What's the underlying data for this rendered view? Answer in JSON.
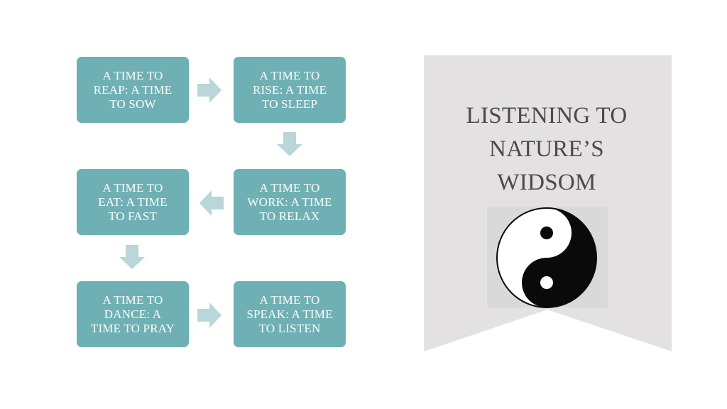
{
  "flow": {
    "boxes": [
      {
        "lines": [
          "A TIME TO",
          "REAP: A TIME",
          "TO SOW"
        ]
      },
      {
        "lines": [
          "A TIME TO",
          "RISE: A TIME",
          "TO SLEEP"
        ]
      },
      {
        "lines": [
          "A TIME TO",
          "WORK: A TIME",
          "TO RELAX"
        ]
      },
      {
        "lines": [
          "A TIME TO",
          "EAT: A TIME",
          "TO FAST"
        ]
      },
      {
        "lines": [
          "A TIME TO",
          "DANCE: A",
          "TIME TO PRAY"
        ]
      },
      {
        "lines": [
          "A TIME TO",
          "SPEAK: A TIME",
          "TO LISTEN"
        ]
      }
    ]
  },
  "banner": {
    "title_lines": [
      "LISTENING TO",
      "NATURE’S",
      "WIDSOM"
    ]
  },
  "colors": {
    "box": "#6fb0b4",
    "arrow": "#b9d6d8",
    "banner": "#e3e1e1",
    "title": "#4a4a4a"
  },
  "icons": {
    "arrow": "arrow-icon",
    "yin_yang": "yin-yang-icon"
  }
}
